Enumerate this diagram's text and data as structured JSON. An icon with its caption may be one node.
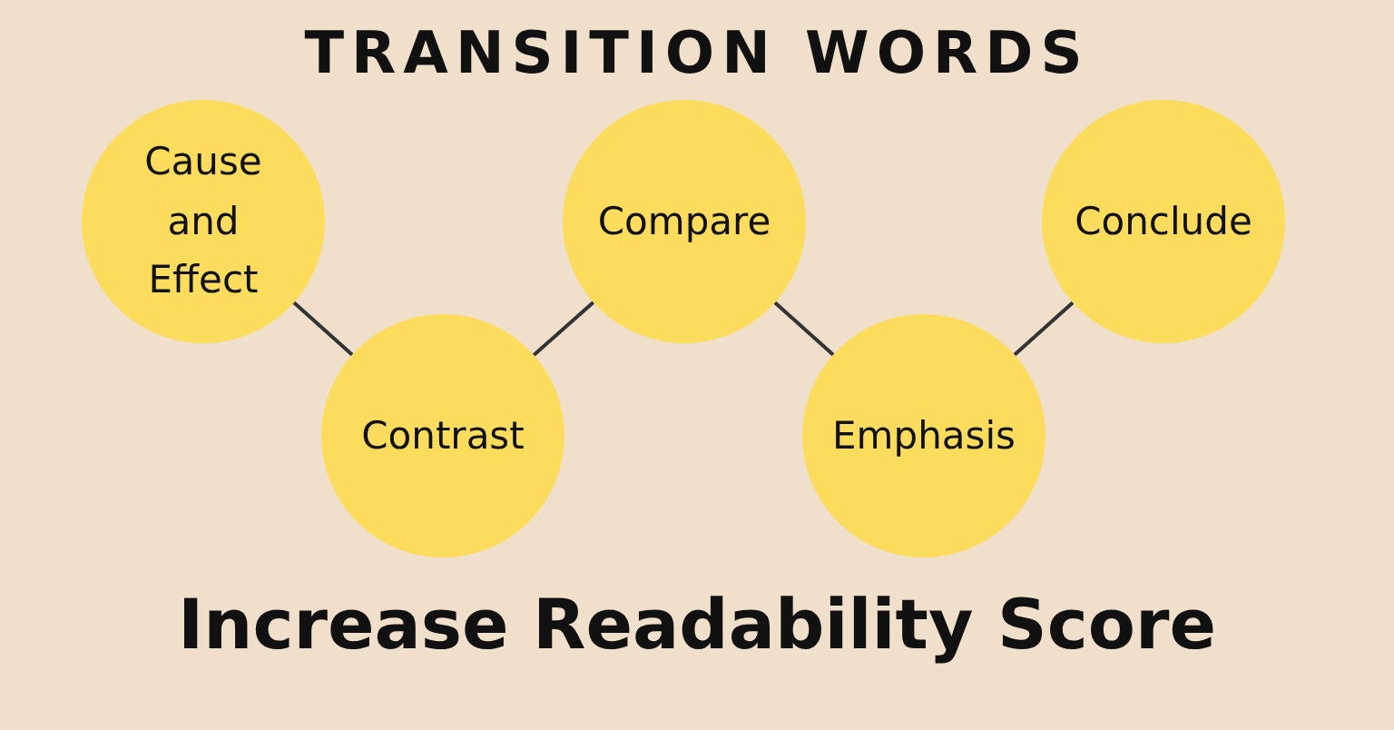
{
  "diagram": {
    "title": "TRANSITION WORDS",
    "caption": "Increase Readability Score",
    "nodes": [
      {
        "text": [
          "Cause and Effect"
        ]
      },
      {
        "text": [
          "Contrast"
        ]
      },
      {
        "text": [
          "Compare"
        ]
      },
      {
        "text": [
          "Emphasis"
        ]
      },
      {
        "text": [
          "Conclude"
        ]
      }
    ],
    "edges": [
      {
        "from": 0,
        "to": 1,
        "arrow": "none"
      },
      {
        "from": 1,
        "to": 2,
        "arrow": "none"
      },
      {
        "from": 2,
        "to": 3,
        "arrow": "none"
      },
      {
        "from": 3,
        "to": 4,
        "arrow": "none"
      }
    ]
  }
}
